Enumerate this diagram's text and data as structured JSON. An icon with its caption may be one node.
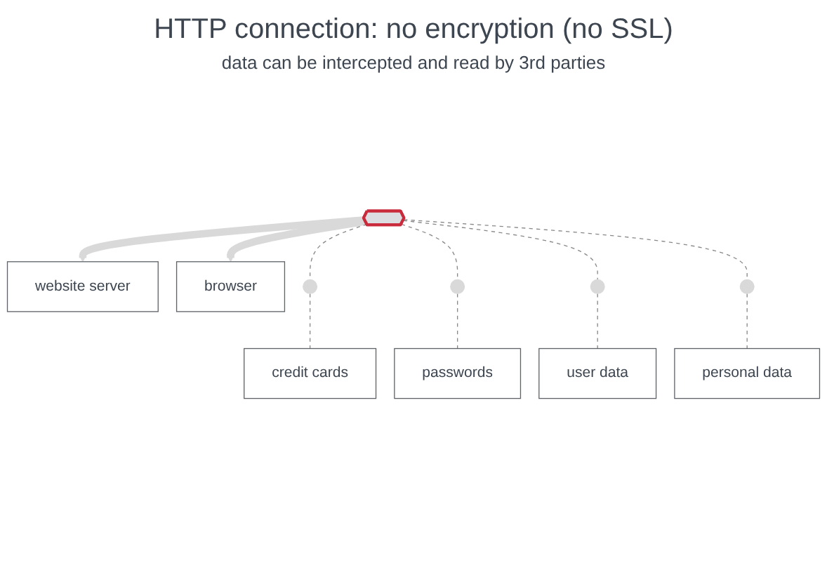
{
  "diagram": {
    "title": "HTTP connection: no encryption (no SSL)",
    "nodes": [
      {
        "text": [
          "website server"
        ]
      },
      {
        "text": [],
        "shape": "pentagon"
      },
      {
        "text": [
          "browser"
        ]
      },
      {
        "text": [],
        "shape": "circle"
      },
      {
        "text": [],
        "shape": "circle"
      },
      {
        "text": [],
        "shape": "circle"
      },
      {
        "text": [],
        "shape": "circle"
      },
      {
        "text": [
          "credit cards"
        ]
      },
      {
        "text": [
          "passwords"
        ]
      },
      {
        "text": [
          "user data"
        ]
      },
      {
        "text": [
          "personal data"
        ]
      }
    ],
    "edges": [
      {
        "from": 1,
        "to": 0,
        "arrow": "to",
        "style": "thick",
        "color": "#d9d9d9"
      },
      {
        "from": 1,
        "to": 2,
        "arrow": "to",
        "style": "thick",
        "color": "#d9d9d9"
      },
      {
        "from": 1,
        "to": 3,
        "arrow": "none",
        "style": "dashed"
      },
      {
        "from": 1,
        "to": 4,
        "arrow": "none",
        "style": "dashed"
      },
      {
        "from": 1,
        "to": 5,
        "arrow": "none",
        "style": "dashed"
      },
      {
        "from": 1,
        "to": 6,
        "arrow": "none",
        "style": "dashed"
      },
      {
        "from": 3,
        "to": 7,
        "arrow": "none",
        "style": "dashed"
      },
      {
        "from": 4,
        "to": 8,
        "arrow": "none",
        "style": "dashed"
      },
      {
        "from": 5,
        "to": 9,
        "arrow": "none",
        "style": "dashed"
      },
      {
        "from": 6,
        "to": 10,
        "arrow": "none",
        "style": "dashed"
      }
    ],
    "labels": [
      "data can be intercepted and read by 3rd parties"
    ]
  }
}
